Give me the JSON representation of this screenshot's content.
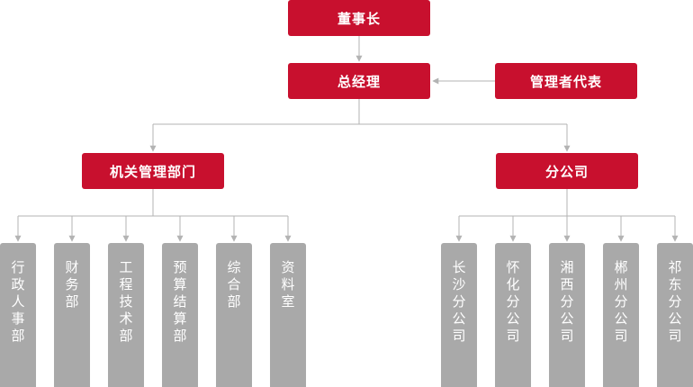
{
  "chairman": "董事长",
  "general_manager": "总经理",
  "management_rep": "管理者代表",
  "hq_dept": "机关管理部门",
  "branches": "分公司",
  "hq_children": [
    "行政人事部",
    "财务部",
    "工程技术部",
    "预算结算部",
    "综合部",
    "资料室"
  ],
  "branch_children": [
    "长沙分公司",
    "怀化分公司",
    "湘西分公司",
    "郴州分公司",
    "祁东分公司"
  ],
  "colors": {
    "primary": "#c8102e",
    "leaf": "#a9a9a9",
    "line": "#b3b3b3"
  }
}
